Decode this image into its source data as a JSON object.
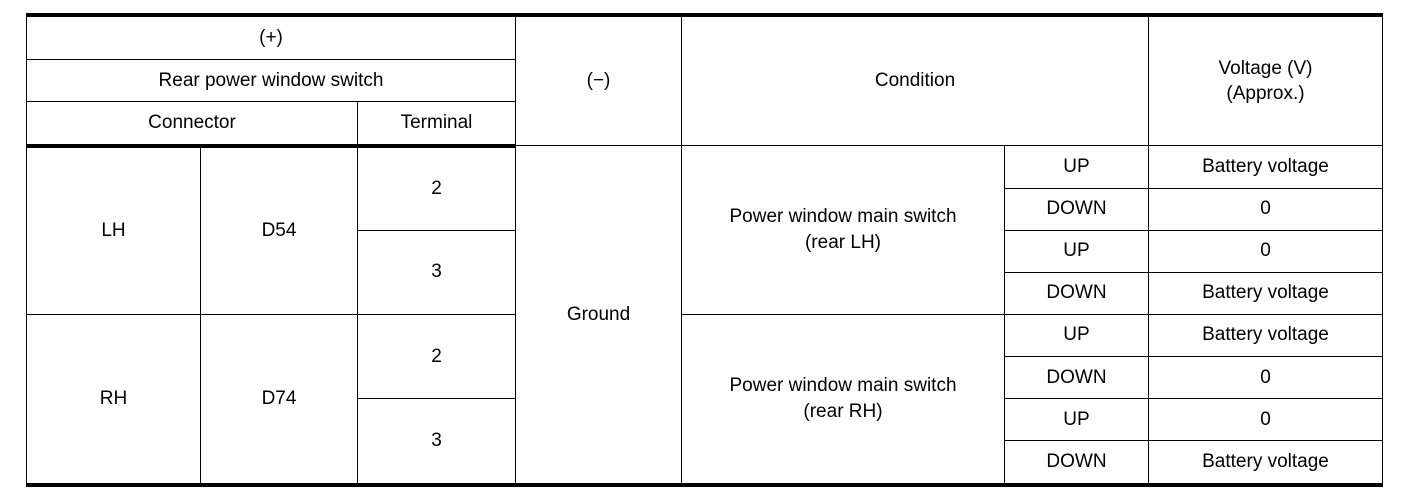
{
  "table": {
    "headers": {
      "positive": "(+)",
      "source": "Rear power window switch",
      "connector": "Connector",
      "terminal": "Terminal",
      "negative": "(−)",
      "condition": "Condition",
      "voltage_line1": "Voltage (V)",
      "voltage_line2": "(Approx.)"
    },
    "ground_label": "Ground",
    "groups": [
      {
        "side": "LH",
        "connector": "D54",
        "condition_line1": "Power window main switch",
        "condition_line2": "(rear LH)",
        "terminals": [
          {
            "terminal": "2",
            "rows": [
              {
                "state": "UP",
                "voltage": "Battery voltage"
              },
              {
                "state": "DOWN",
                "voltage": "0"
              }
            ]
          },
          {
            "terminal": "3",
            "rows": [
              {
                "state": "UP",
                "voltage": "0"
              },
              {
                "state": "DOWN",
                "voltage": "Battery voltage"
              }
            ]
          }
        ]
      },
      {
        "side": "RH",
        "connector": "D74",
        "condition_line1": "Power window main switch",
        "condition_line2": "(rear RH)",
        "terminals": [
          {
            "terminal": "2",
            "rows": [
              {
                "state": "UP",
                "voltage": "Battery voltage"
              },
              {
                "state": "DOWN",
                "voltage": "0"
              }
            ]
          },
          {
            "terminal": "3",
            "rows": [
              {
                "state": "UP",
                "voltage": "0"
              },
              {
                "state": "DOWN",
                "voltage": "Battery voltage"
              }
            ]
          }
        ]
      }
    ]
  },
  "colors": {
    "rule": "#000000",
    "background": "#ffffff",
    "text": "#000000"
  }
}
